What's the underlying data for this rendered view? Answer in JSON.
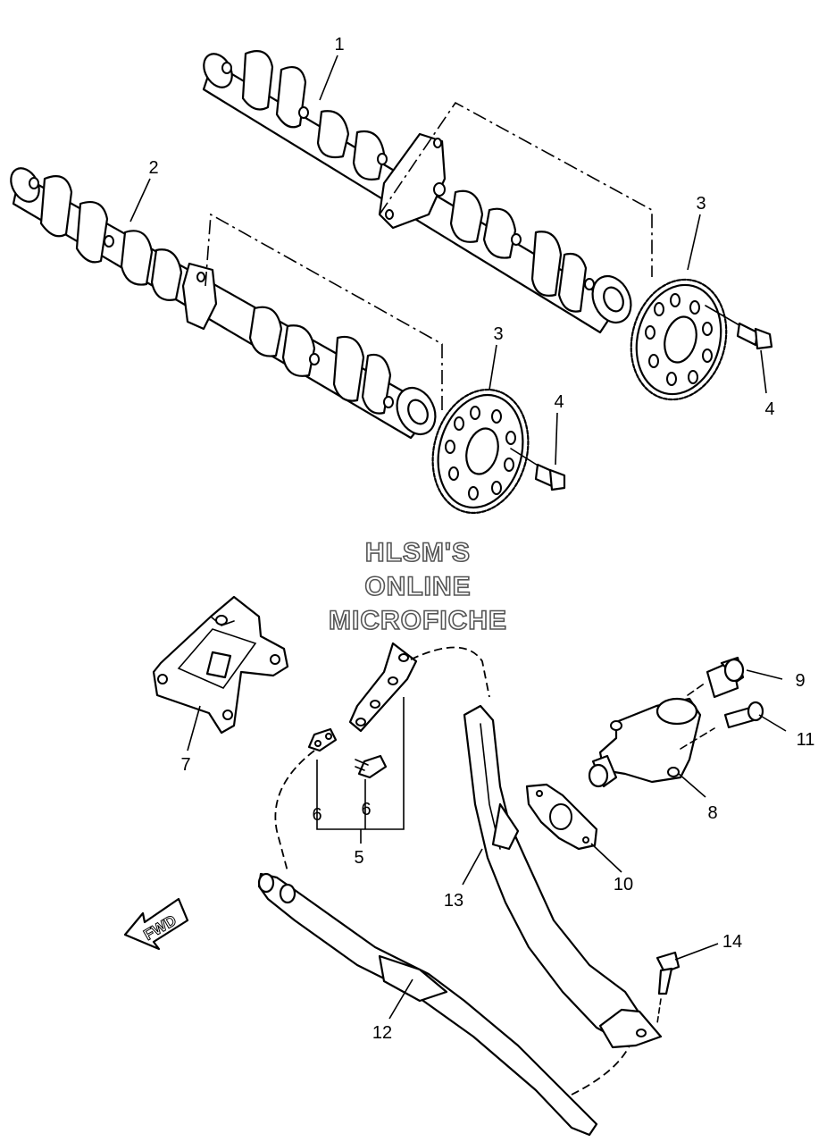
{
  "watermark": {
    "line1": "HLSM'S",
    "line2": "ONLINE",
    "line3": "MICROFICHE"
  },
  "fwd_label": "FWD",
  "callouts": {
    "c1": "1",
    "c2": "2",
    "c3a": "3",
    "c3b": "3",
    "c4a": "4",
    "c4b": "4",
    "c5": "5",
    "c6a": "6",
    "c6b": "6",
    "c7": "7",
    "c8": "8",
    "c9": "9",
    "c10": "10",
    "c11": "11",
    "c12": "12",
    "c13": "13",
    "c14": "14"
  },
  "icons": [
    "fwd-arrow-icon"
  ]
}
